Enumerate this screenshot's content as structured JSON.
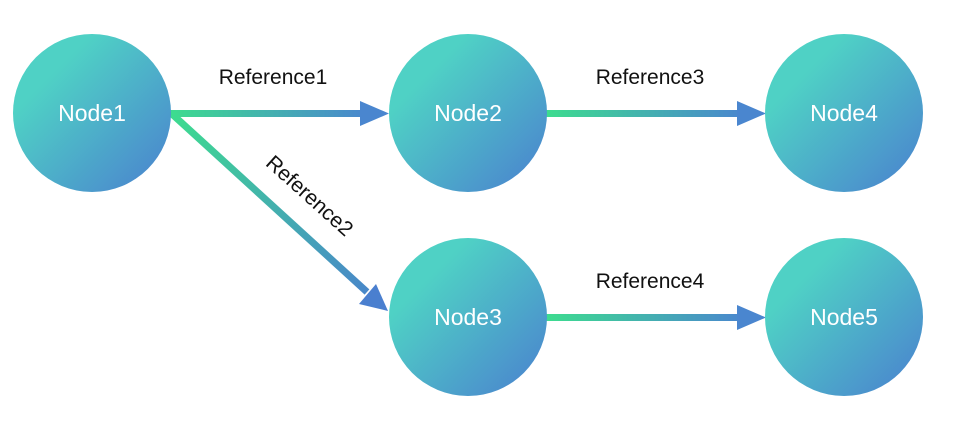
{
  "nodes": [
    {
      "id": "node1",
      "label": "Node1"
    },
    {
      "id": "node2",
      "label": "Node2"
    },
    {
      "id": "node3",
      "label": "Node3"
    },
    {
      "id": "node4",
      "label": "Node4"
    },
    {
      "id": "node5",
      "label": "Node5"
    }
  ],
  "edges": [
    {
      "id": "ref1",
      "from": "Node1",
      "to": "Node2",
      "label": "Reference1"
    },
    {
      "id": "ref2",
      "from": "Node1",
      "to": "Node3",
      "label": "Reference2"
    },
    {
      "id": "ref3",
      "from": "Node2",
      "to": "Node4",
      "label": "Reference3"
    },
    {
      "id": "ref4",
      "from": "Node3",
      "to": "Node5",
      "label": "Reference4"
    }
  ],
  "colors": {
    "node_gradient_start": "#4fd1c5",
    "node_gradient_end": "#4a7fcf",
    "edge_gradient_start": "#3ddc8f",
    "edge_gradient_end": "#4a86cf",
    "edge_label": "#111111",
    "node_label": "#ffffff"
  }
}
